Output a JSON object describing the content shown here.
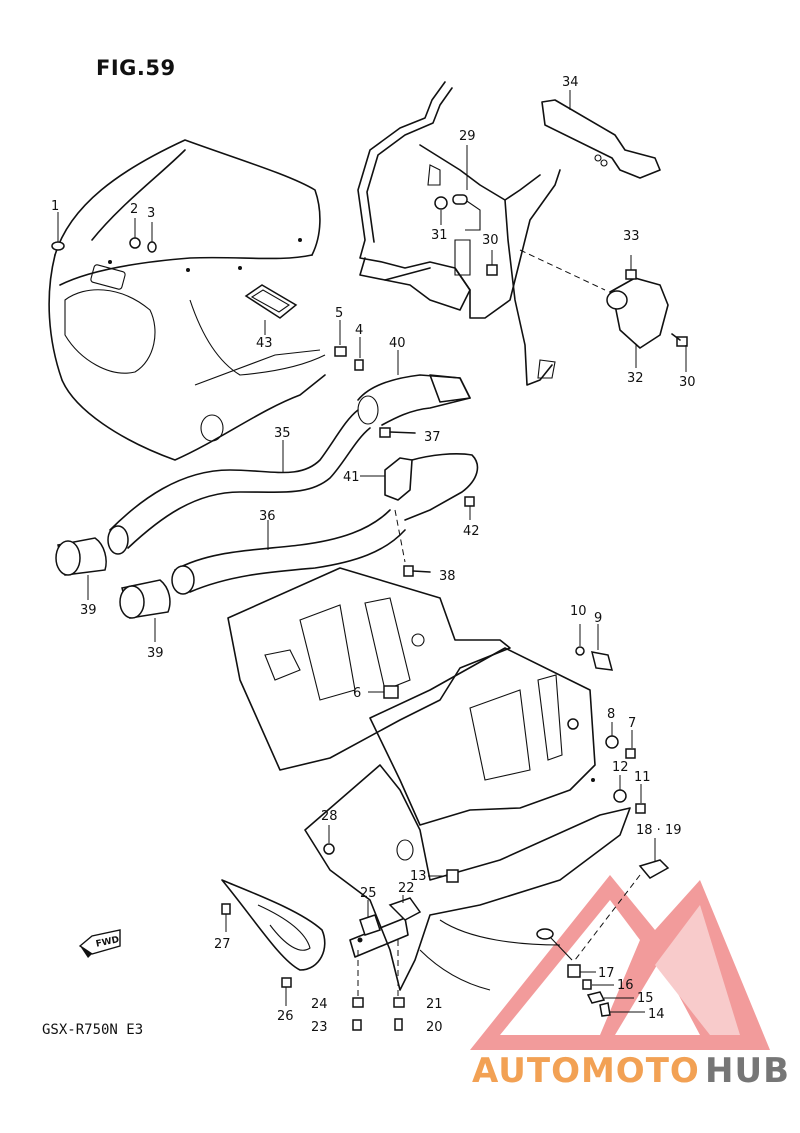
{
  "figure": {
    "title": "FIG.59",
    "model": "GSX-R750N E3",
    "fwd_label": "FWD"
  },
  "callouts": [
    {
      "id": "c1",
      "label": "1"
    },
    {
      "id": "c2",
      "label": "2"
    },
    {
      "id": "c3",
      "label": "3"
    },
    {
      "id": "c4",
      "label": "4"
    },
    {
      "id": "c5",
      "label": "5"
    },
    {
      "id": "c6",
      "label": "6"
    },
    {
      "id": "c7",
      "label": "7"
    },
    {
      "id": "c8",
      "label": "8"
    },
    {
      "id": "c9",
      "label": "9"
    },
    {
      "id": "c10",
      "label": "10"
    },
    {
      "id": "c11",
      "label": "11"
    },
    {
      "id": "c12",
      "label": "12"
    },
    {
      "id": "c13",
      "label": "13"
    },
    {
      "id": "c14",
      "label": "14"
    },
    {
      "id": "c15",
      "label": "15"
    },
    {
      "id": "c16",
      "label": "16"
    },
    {
      "id": "c17",
      "label": "17"
    },
    {
      "id": "c18",
      "label": "18 · 19"
    },
    {
      "id": "c20",
      "label": "20"
    },
    {
      "id": "c21",
      "label": "21"
    },
    {
      "id": "c22",
      "label": "22"
    },
    {
      "id": "c23",
      "label": "23"
    },
    {
      "id": "c24",
      "label": "24"
    },
    {
      "id": "c25",
      "label": "25"
    },
    {
      "id": "c26",
      "label": "26"
    },
    {
      "id": "c27",
      "label": "27"
    },
    {
      "id": "c28",
      "label": "28"
    },
    {
      "id": "c29",
      "label": "29"
    },
    {
      "id": "c30a",
      "label": "30"
    },
    {
      "id": "c30b",
      "label": "30"
    },
    {
      "id": "c31",
      "label": "31"
    },
    {
      "id": "c32",
      "label": "32"
    },
    {
      "id": "c33",
      "label": "33"
    },
    {
      "id": "c34",
      "label": "34"
    },
    {
      "id": "c35",
      "label": "35"
    },
    {
      "id": "c36",
      "label": "36"
    },
    {
      "id": "c37",
      "label": "37"
    },
    {
      "id": "c38",
      "label": "38"
    },
    {
      "id": "c39a",
      "label": "39"
    },
    {
      "id": "c39b",
      "label": "39"
    },
    {
      "id": "c40",
      "label": "40"
    },
    {
      "id": "c41",
      "label": "41"
    },
    {
      "id": "c42",
      "label": "42"
    },
    {
      "id": "c43",
      "label": "43"
    }
  ],
  "watermark": {
    "part1": "AUTOMOTO",
    "part2": "HUB",
    "color_primary": "#f08a2a",
    "color_secondary": "#555555",
    "logo_color": "#e84a4a"
  }
}
